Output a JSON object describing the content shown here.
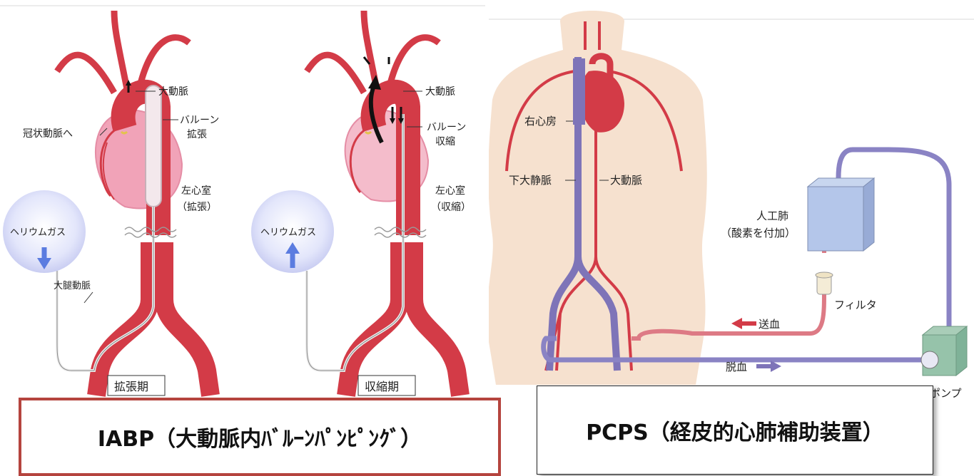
{
  "iabp": {
    "aorta": "大動脈",
    "balloon_inflate_1": "バルーン",
    "balloon_inflate_2": "拡張",
    "balloon_deflate_1": "バルーン",
    "balloon_deflate_2": "収縮",
    "coronary": "冠状動脈へ",
    "lv_label": "左心室",
    "lv_dilate": "（拡張）",
    "lv_contract": "（収縮）",
    "helium": "ヘリウムガス",
    "femoral": "大腿動脈",
    "diastole": "拡張期",
    "systole": "収縮期",
    "caption": "IABP（大動脈内ﾊﾞﾙｰﾝﾊﾟﾝﾋﾟﾝｸﾞ）"
  },
  "pcps": {
    "right_atrium": "右心房",
    "ivc": "下大静脈",
    "aorta": "大動脈",
    "oxygenator_1": "人工肺",
    "oxygenator_2": "（酸素を付加）",
    "filter": "フィルタ",
    "blood_send": "送血",
    "blood_drain": "脱血",
    "pump": "ポンプ",
    "caption": "PCPS（経皮的心肺補助装置）"
  },
  "colors": {
    "artery": "#d33b47",
    "vein": "#7e74b8",
    "heart": "#f1a3b8",
    "skin": "#f6e1cf",
    "helium": "#dfe3fb",
    "arrow_blue": "#5b7ce0",
    "caption_border": "#b5443e"
  }
}
